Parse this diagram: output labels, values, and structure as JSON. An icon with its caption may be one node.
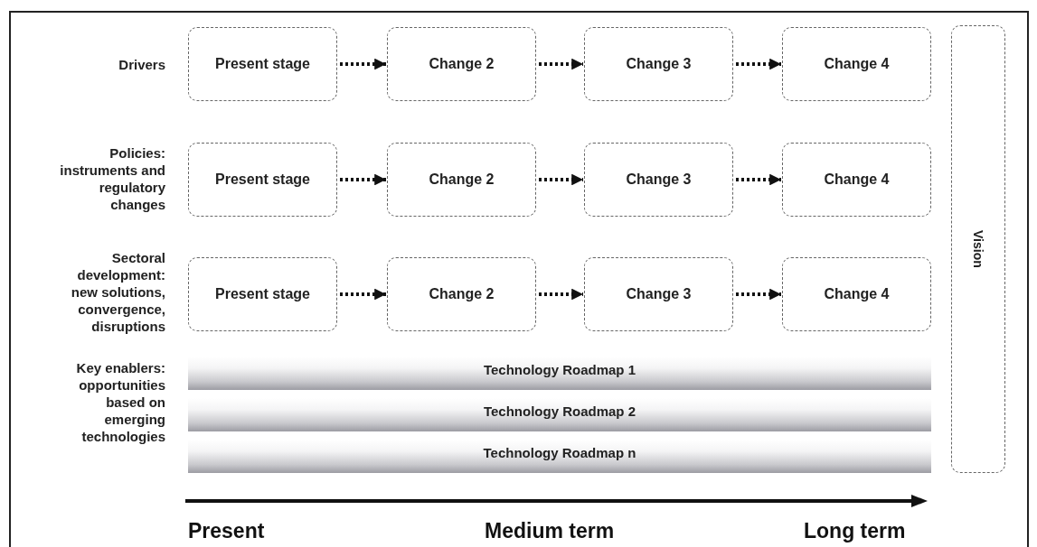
{
  "diagram": {
    "nodes": [
      {
        "text": [
          "Present stage"
        ]
      },
      {
        "text": [
          "Change 2"
        ]
      },
      {
        "text": [
          "Change 3"
        ]
      },
      {
        "text": [
          "Change 4"
        ]
      },
      {
        "text": [
          "Present stage"
        ]
      },
      {
        "text": [
          "Change 2"
        ]
      },
      {
        "text": [
          "Change 3"
        ]
      },
      {
        "text": [
          "Change 4"
        ]
      },
      {
        "text": [
          "Present stage"
        ]
      },
      {
        "text": [
          "Change 2"
        ]
      },
      {
        "text": [
          "Change 3"
        ]
      },
      {
        "text": [
          "Change 4"
        ]
      },
      {
        "text": [
          "Technology Roadmap 1"
        ]
      },
      {
        "text": [
          "Technology Roadmap 2"
        ]
      },
      {
        "text": [
          "Technology Roadmap n"
        ]
      },
      {
        "text": [
          "Vision"
        ]
      }
    ],
    "edges": [
      {
        "from": 0,
        "to": 1,
        "arrow": "to",
        "style": "dashed"
      },
      {
        "from": 1,
        "to": 2,
        "arrow": "to",
        "style": "dashed"
      },
      {
        "from": 2,
        "to": 3,
        "arrow": "to",
        "style": "dashed"
      },
      {
        "from": 4,
        "to": 5,
        "arrow": "to",
        "style": "dashed"
      },
      {
        "from": 5,
        "to": 6,
        "arrow": "to",
        "style": "dashed"
      },
      {
        "from": 6,
        "to": 7,
        "arrow": "to",
        "style": "dashed"
      },
      {
        "from": 8,
        "to": 9,
        "arrow": "to",
        "style": "dashed"
      },
      {
        "from": 9,
        "to": 10,
        "arrow": "to",
        "style": "dashed"
      },
      {
        "from": 10,
        "to": 11,
        "arrow": "to",
        "style": "dashed"
      }
    ],
    "labels": [
      "Drivers",
      "Policies: instruments and regulatory changes",
      "Sectoral development: new solutions, convergence, disruptions",
      "Key enablers: opportunities based on emerging technologies",
      "Present",
      "Medium term",
      "Long term"
    ]
  }
}
